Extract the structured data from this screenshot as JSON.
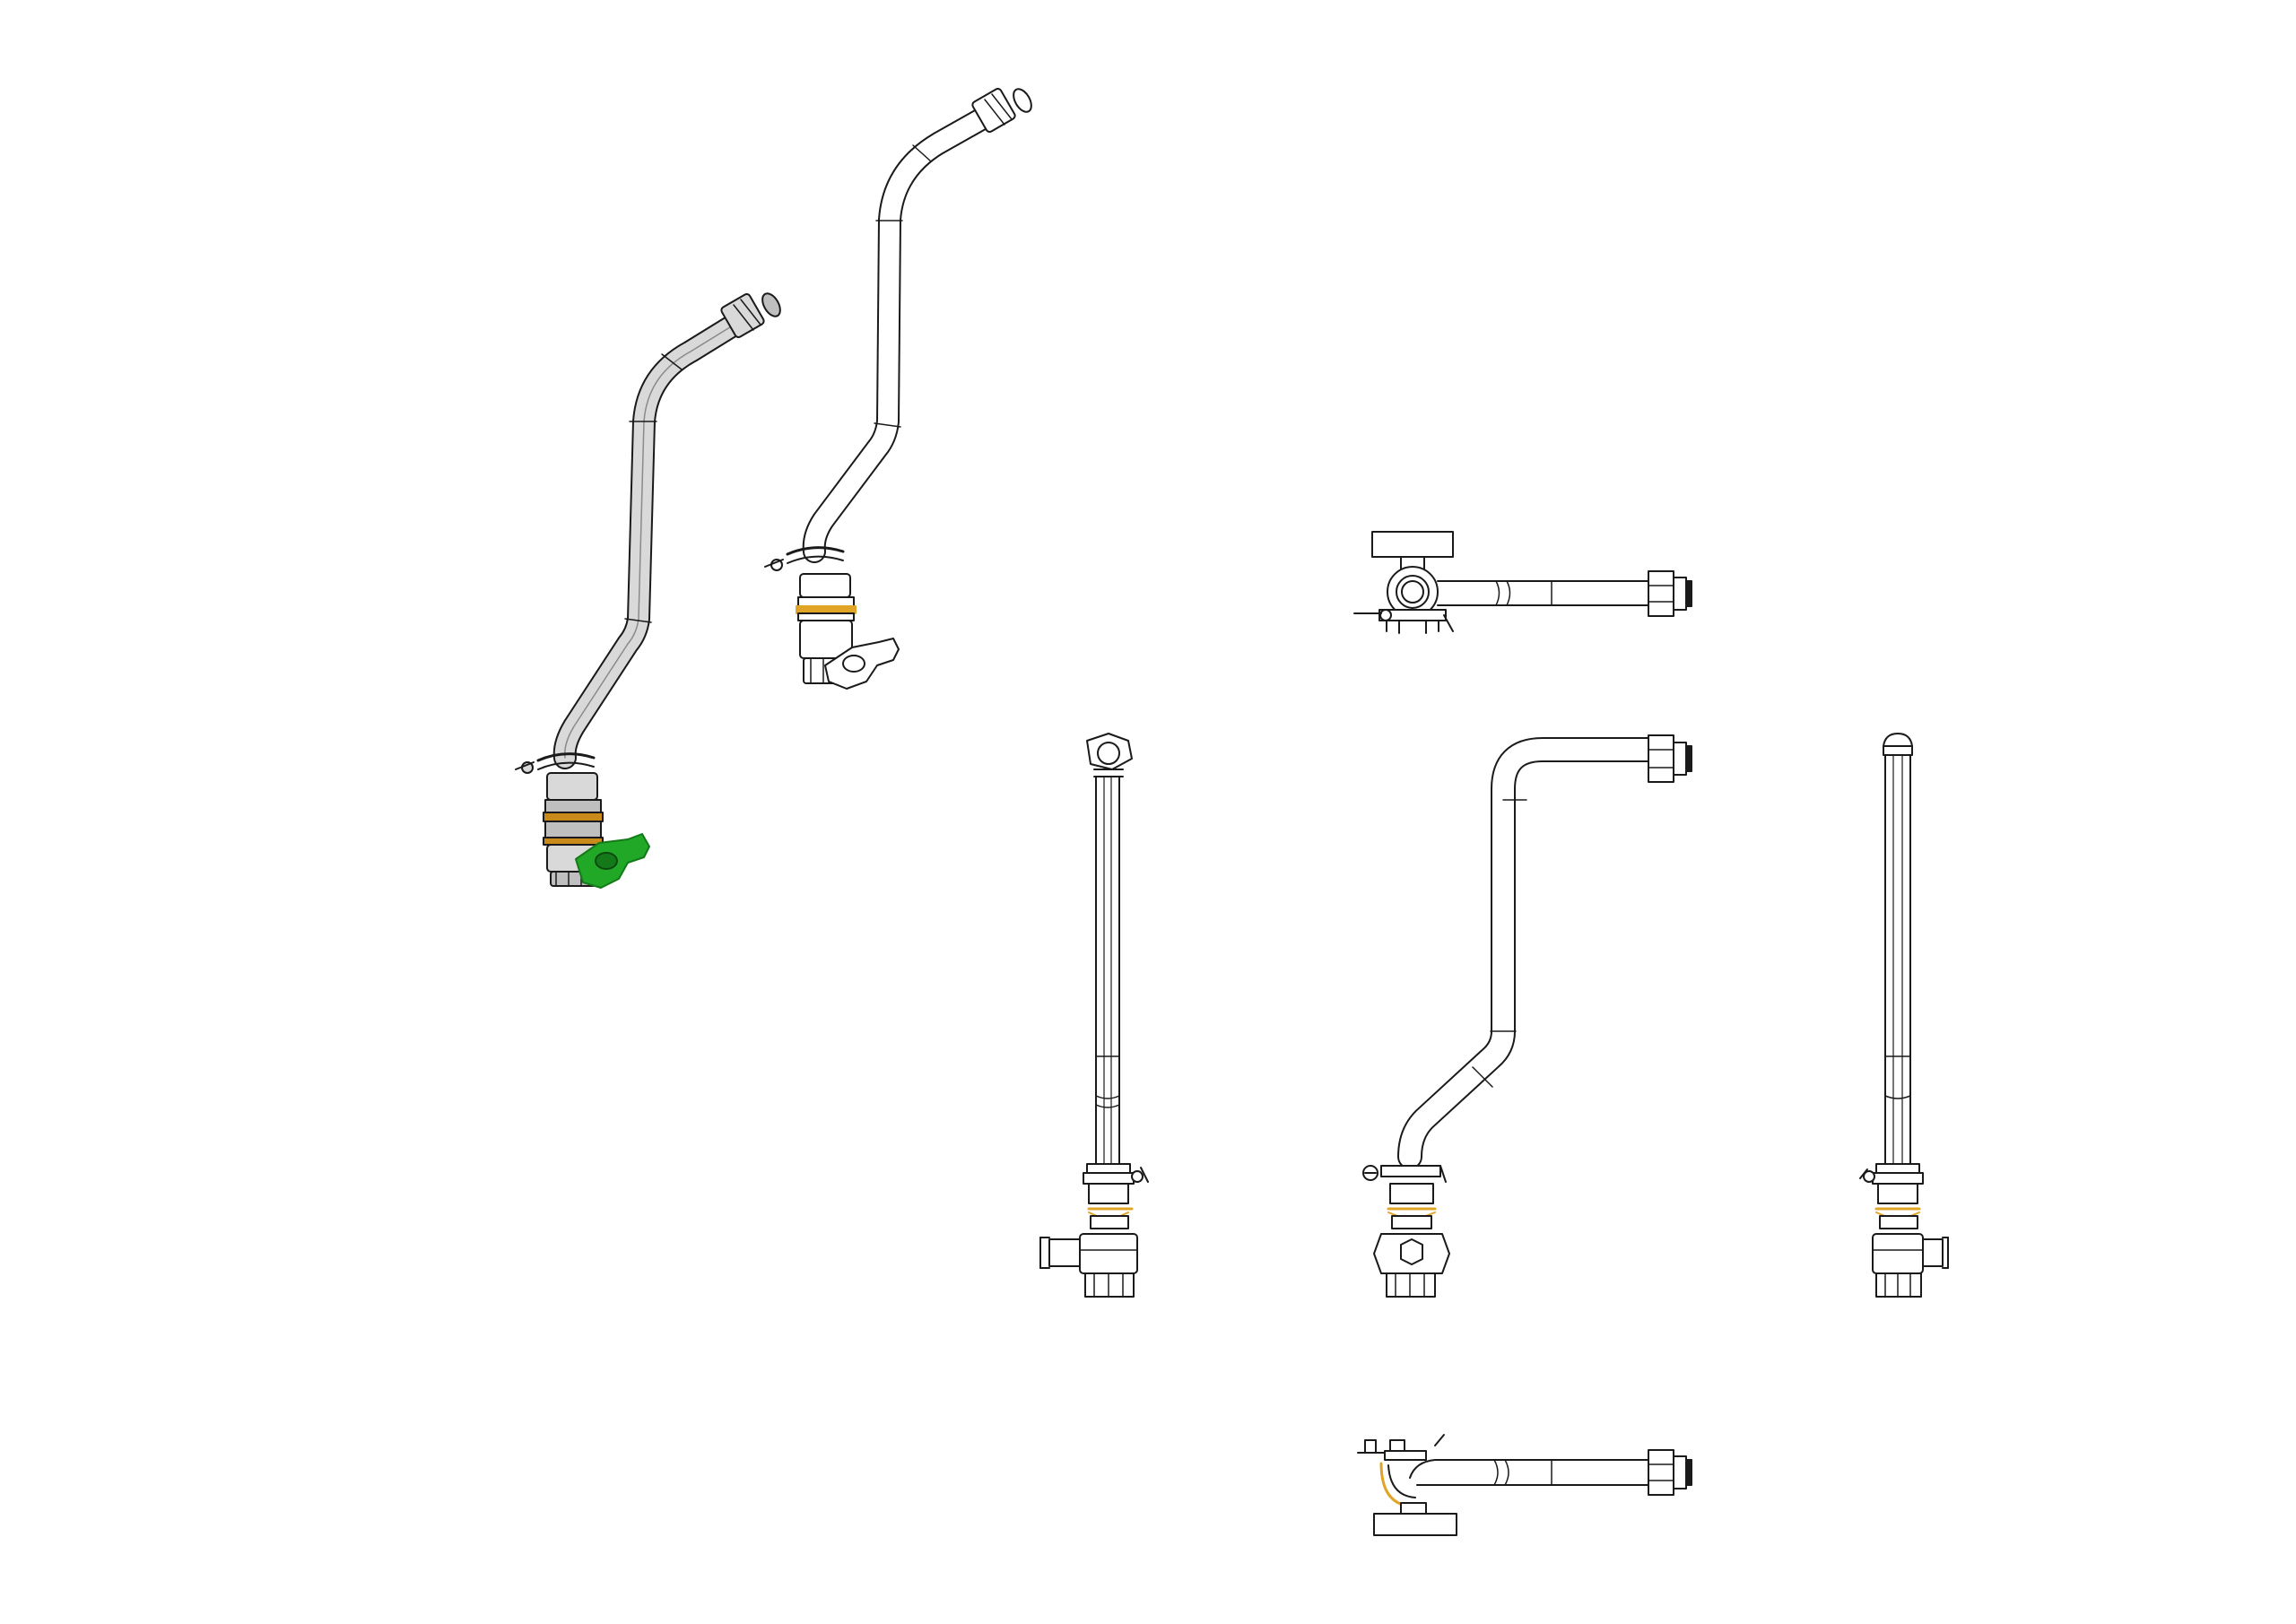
{
  "drawing": {
    "colors": {
      "line": "#1a1a1a",
      "pipe_shade": "#d9d9d9",
      "gasket": "#e0a526",
      "gasket_shaded": "#c98a1c",
      "handle": "#22a827",
      "handle_dark": "#147a19",
      "valve_shade": "#bfbfbf"
    },
    "views": [
      {
        "id": "iso-shaded",
        "label": ""
      },
      {
        "id": "iso-line",
        "label": ""
      },
      {
        "id": "top",
        "label": ""
      },
      {
        "id": "left",
        "label": ""
      },
      {
        "id": "front",
        "label": ""
      },
      {
        "id": "right",
        "label": ""
      },
      {
        "id": "bottom",
        "label": ""
      }
    ]
  }
}
